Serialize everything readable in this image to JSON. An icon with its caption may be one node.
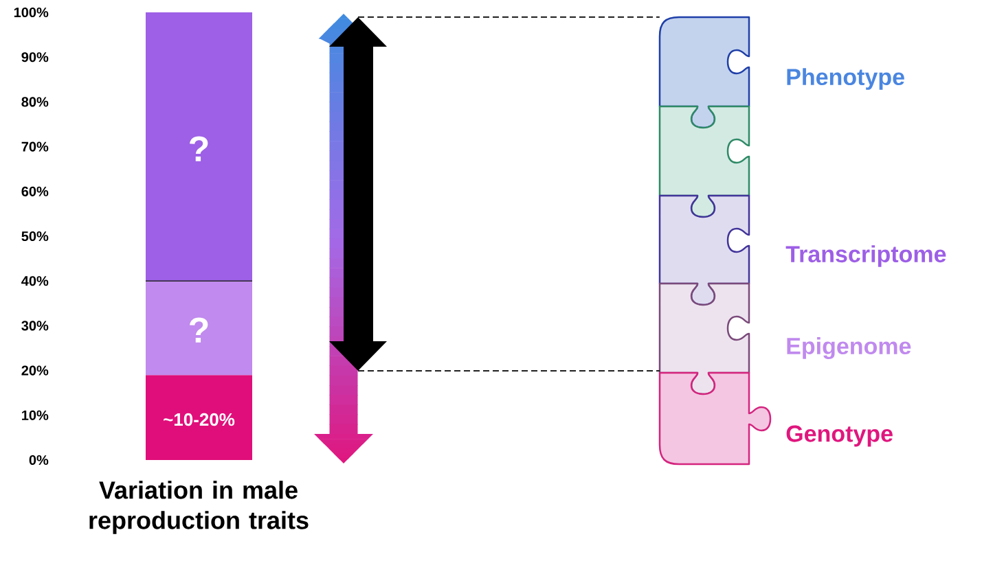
{
  "diagram": {
    "nodes": [
      {
        "text": [],
        "shape": "arrow"
      },
      {
        "text": [],
        "shape": "puzzle",
        "beside": [
          "Phenotype"
        ]
      },
      {
        "text": [],
        "shape": "puzzle"
      },
      {
        "text": [],
        "shape": "puzzle",
        "beside": [
          "Transcriptome"
        ]
      },
      {
        "text": [],
        "shape": "puzzle"
      },
      {
        "text": [],
        "shape": "puzzle",
        "beside": [
          "Genotype"
        ]
      }
    ],
    "edges": [
      {
        "from": 0,
        "to": 1,
        "arrow": "none",
        "style": "dashed"
      },
      {
        "from": 0,
        "to": 4,
        "arrow": "none",
        "style": "dashed"
      }
    ],
    "labels": [
      "Epigenome"
    ],
    "chart_data": {
      "type": "bar",
      "stacked": true,
      "orientation": "vertical",
      "xlabel": "Variation in male reproduction traits",
      "series": [
        {
          "color": "#e00e7a",
          "values": [
            19
          ]
        },
        {
          "color": "#c08aee",
          "values": [
            21
          ]
        },
        {
          "color": "#9d60e6",
          "values": [
            60
          ]
        }
      ],
      "value_labels": [
        [
          "~10-20%"
        ],
        [
          "?"
        ],
        [
          "?"
        ]
      ],
      "ylim": [
        0,
        100
      ],
      "yticks": [
        {
          "value": 0,
          "label": "0%"
        },
        {
          "value": 10,
          "label": "10%"
        },
        {
          "value": 20,
          "label": "20%"
        },
        {
          "value": 30,
          "label": "30%"
        },
        {
          "value": 40,
          "label": "40%"
        },
        {
          "value": 50,
          "label": "50%"
        },
        {
          "value": 60,
          "label": "60%"
        },
        {
          "value": 70,
          "label": "70%"
        },
        {
          "value": 80,
          "label": "80%"
        },
        {
          "value": 90,
          "label": "90%"
        },
        {
          "value": 100,
          "label": "100%"
        }
      ]
    }
  }
}
